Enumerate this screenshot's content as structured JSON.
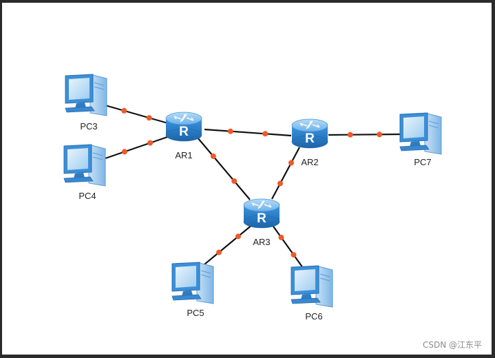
{
  "diagram": {
    "colors": {
      "link": "#111111",
      "port_dot": "#ef5a2a",
      "router_top": "#8cc4f0",
      "router_body": "#2a83d0",
      "router_dark": "#1a5f9e",
      "pc_blue": "#3b8fd8",
      "pc_light": "#d7eaf8"
    },
    "routers": [
      {
        "id": "AR1",
        "label": "AR1"
      },
      {
        "id": "AR2",
        "label": "AR2"
      },
      {
        "id": "AR3",
        "label": "AR3"
      }
    ],
    "pcs": [
      {
        "id": "PC3",
        "label": "PC3"
      },
      {
        "id": "PC4",
        "label": "PC4"
      },
      {
        "id": "PC5",
        "label": "PC5"
      },
      {
        "id": "PC6",
        "label": "PC6"
      },
      {
        "id": "PC7",
        "label": "PC7"
      }
    ],
    "links": [
      {
        "from": "PC3",
        "to": "AR1"
      },
      {
        "from": "PC4",
        "to": "AR1"
      },
      {
        "from": "AR1",
        "to": "AR2"
      },
      {
        "from": "AR2",
        "to": "PC7"
      },
      {
        "from": "AR1",
        "to": "AR3"
      },
      {
        "from": "AR2",
        "to": "AR3"
      },
      {
        "from": "AR3",
        "to": "PC5"
      },
      {
        "from": "AR3",
        "to": "PC6"
      }
    ]
  },
  "watermark": "CSDN @江东平"
}
